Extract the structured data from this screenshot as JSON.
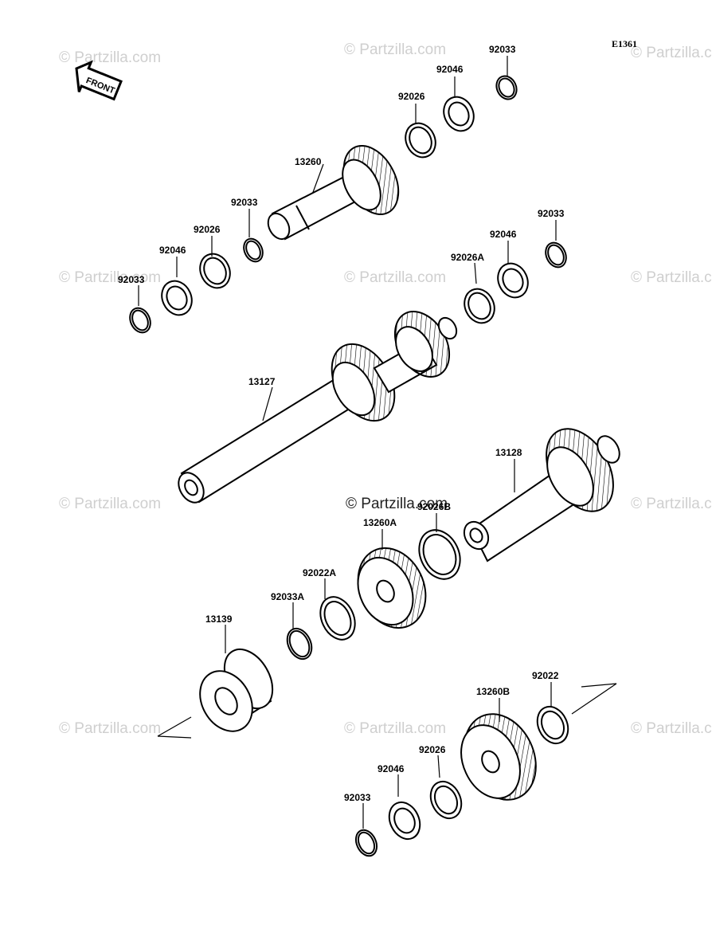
{
  "diagram": {
    "code": "E1361",
    "front_label": "FRONT",
    "watermark": "© Partzilla.com",
    "center_watermark": "© Partzilla.com",
    "labels": {
      "p92033_a": "92033",
      "p92046_a": "92046",
      "p92026_a": "92026",
      "p13260": "13260",
      "p92033_b": "92033",
      "p92026_b": "92026",
      "p92046_b": "92046",
      "p92033_c": "92033",
      "p92033_d": "92033",
      "p92046_c": "92046",
      "p92026A": "92026A",
      "p13127": "13127",
      "p13128": "13128",
      "p92026B": "92026B",
      "p13260A": "13260A",
      "p92022A": "92022A",
      "p92033A": "92033A",
      "p13139": "13139",
      "p92022": "92022",
      "p13260B": "13260B",
      "p92026_c": "92026",
      "p92046_d": "92046",
      "p92033_e": "92033"
    }
  }
}
